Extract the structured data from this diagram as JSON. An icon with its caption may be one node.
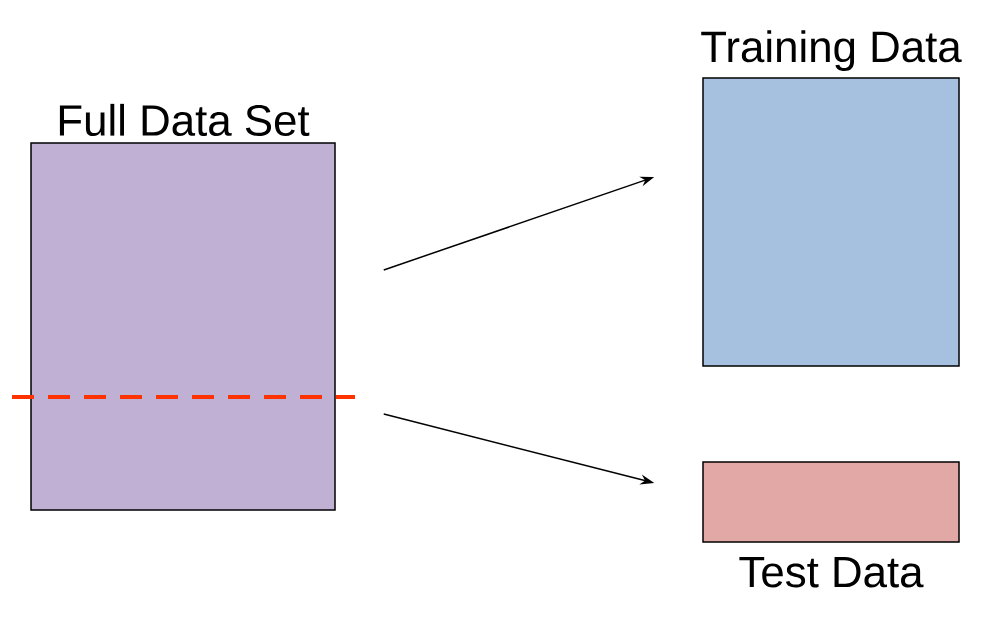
{
  "diagram": {
    "nodes": [
      {
        "text": [
          "Full Data Set"
        ]
      },
      {
        "text": [
          "Training Data"
        ]
      },
      {
        "text": [
          "Test Data"
        ]
      }
    ],
    "edges": [
      {
        "from": 0,
        "to": 1,
        "arrow": "to"
      },
      {
        "from": 0,
        "to": 2,
        "arrow": "to"
      }
    ]
  }
}
